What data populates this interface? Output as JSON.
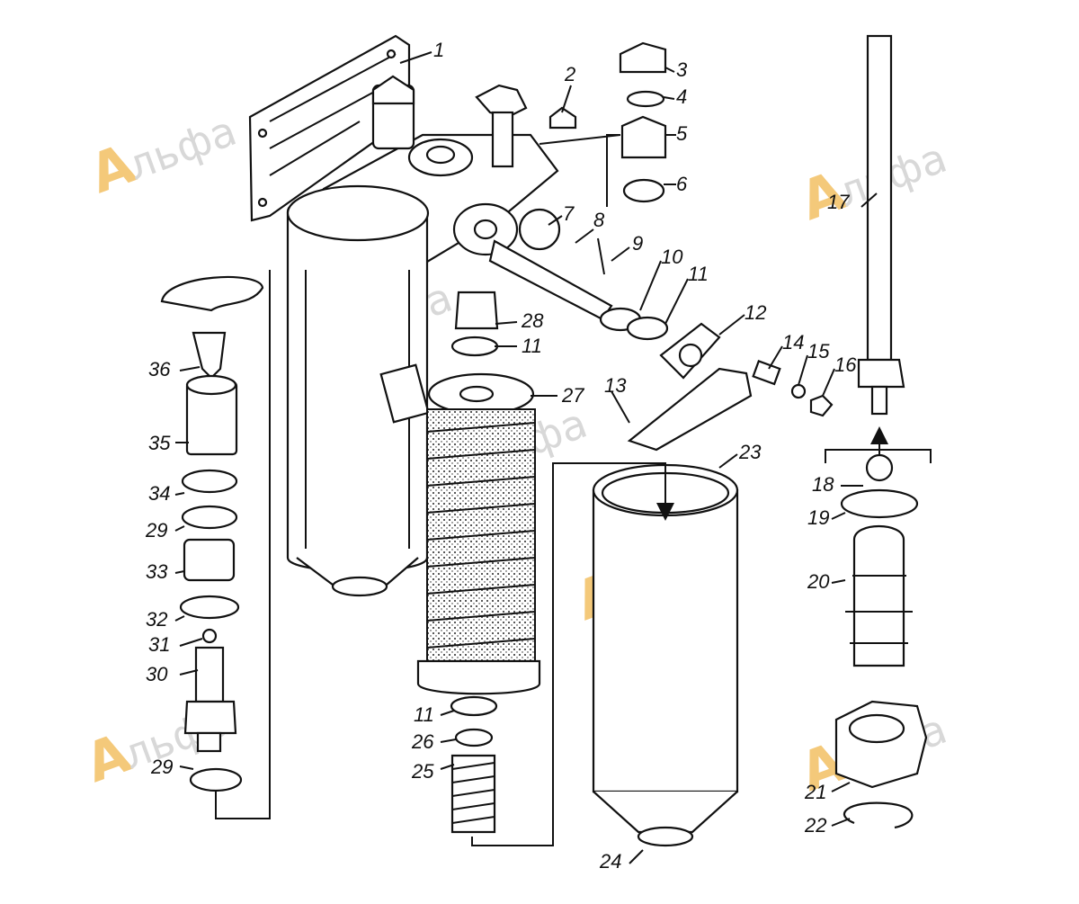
{
  "watermark": {
    "text": "льфа",
    "logo_letter": "A",
    "color": "#f4c97a"
  },
  "labels": {
    "l1": "1",
    "l2": "2",
    "l3": "3",
    "l4": "4",
    "l5": "5",
    "l6": "6",
    "l7": "7",
    "l8": "8",
    "l9": "9",
    "l10": "10",
    "l11a": "11",
    "l11b": "11",
    "l11c": "11",
    "l12": "12",
    "l13": "13",
    "l14": "14",
    "l15": "15",
    "l16": "16",
    "l17": "17",
    "l18": "18",
    "l19": "19",
    "l20": "20",
    "l21": "21",
    "l22": "22",
    "l23": "23",
    "l24": "24",
    "l25": "25",
    "l26": "26",
    "l27": "27",
    "l28": "28",
    "l29a": "29",
    "l29b": "29",
    "l30": "30",
    "l31": "31",
    "l32": "32",
    "l33": "33",
    "l34": "34",
    "l35": "35",
    "l36": "36"
  }
}
